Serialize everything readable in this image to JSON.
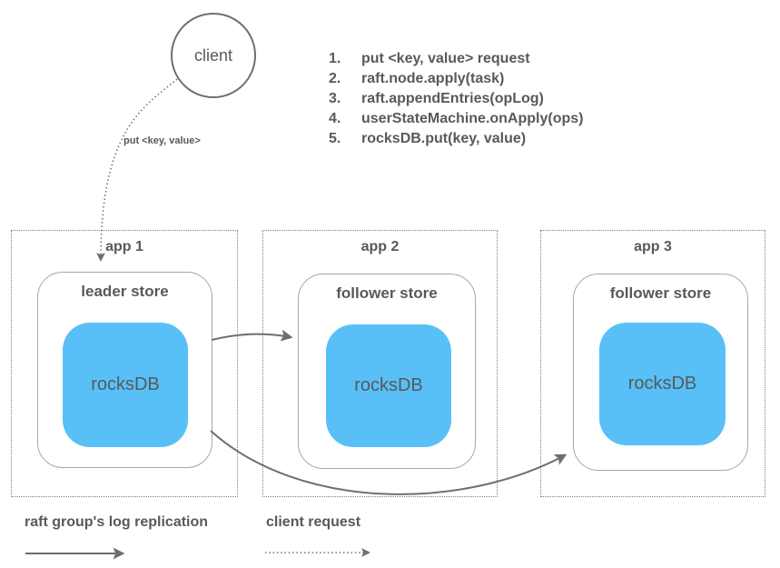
{
  "client": {
    "label": "client",
    "arrow_label": "put <key, value>"
  },
  "steps": [
    {
      "num": "1.",
      "text": "put <key, value> request"
    },
    {
      "num": "2.",
      "text": "raft.node.apply(task)"
    },
    {
      "num": "3.",
      "text": "raft.appendEntries(opLog)"
    },
    {
      "num": "4.",
      "text": "userStateMachine.onApply(ops)"
    },
    {
      "num": "5.",
      "text": "rocksDB.put(key, value)"
    }
  ],
  "apps": [
    {
      "label": "app 1",
      "store": "leader store",
      "db": "rocksDB"
    },
    {
      "label": "app 2",
      "store": "follower store",
      "db": "rocksDB"
    },
    {
      "label": "app 3",
      "store": "follower store",
      "db": "rocksDB"
    }
  ],
  "legend": {
    "replication": "raft group's log replication",
    "client_request": "client request"
  },
  "colors": {
    "db_fill": "#59c0f7",
    "line": "#6e6e6e",
    "text": "#58595b",
    "dotted_box_border": "#7d7d7d",
    "store_border": "#a6a6a6"
  }
}
